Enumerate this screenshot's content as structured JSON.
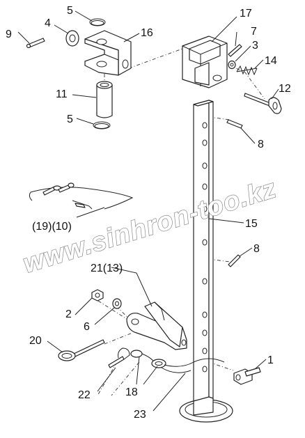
{
  "watermark": "www.sinhron-too.kz",
  "callouts": {
    "c1": "1",
    "c2": "2",
    "c3": "3",
    "c4": "4",
    "c5a": "5",
    "c5b": "5",
    "c6": "6",
    "c7": "7",
    "c8a": "8",
    "c8b": "8",
    "c9": "9",
    "c10": "(19)(10)",
    "c11": "11",
    "c12": "12",
    "c14": "14",
    "c15": "15",
    "c16": "16",
    "c17": "17",
    "c18": "18",
    "c20": "20",
    "c21": "21(13)",
    "c22": "22",
    "c23": "23"
  }
}
